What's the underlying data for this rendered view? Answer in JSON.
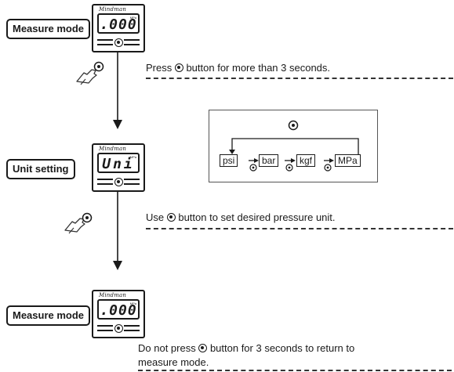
{
  "steps": [
    {
      "mode_label": "Measure mode",
      "brand": "Mindman",
      "unit_small": "MPa",
      "display": ".000"
    },
    {
      "mode_label": "Unit setting",
      "brand": "Mindman",
      "unit_small": "MPa",
      "display": "Uni"
    },
    {
      "mode_label": "Measure mode",
      "brand": "Mindman",
      "unit_small": "MPa",
      "display": ".000"
    }
  ],
  "instructions": {
    "step1": {
      "before": "Press ",
      "after": " button for more than 3 seconds."
    },
    "step2": {
      "before": "Use ",
      "after": " button to set desired pressure unit."
    },
    "step3": {
      "before": "Do not press ",
      "after": " button for 3 seconds to return to",
      "line2": "measure mode."
    }
  },
  "unit_cycle": [
    "psi",
    "bar",
    "kgf",
    "MPa"
  ]
}
